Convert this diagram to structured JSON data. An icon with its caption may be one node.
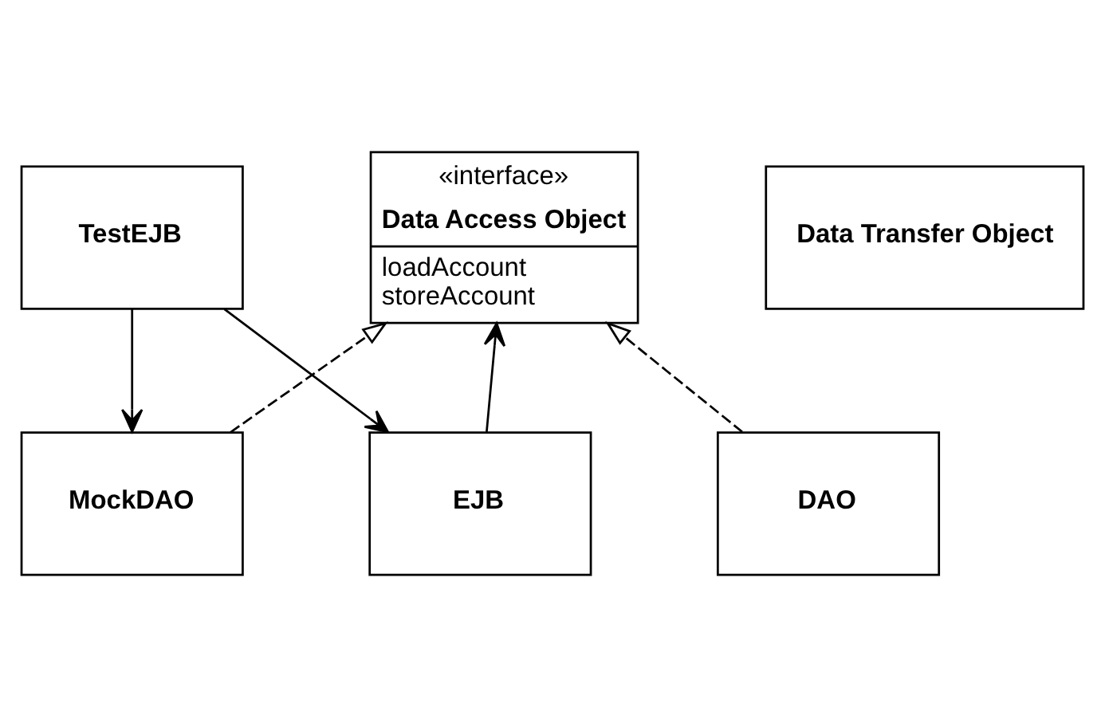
{
  "diagram": {
    "nodes": [
      {
        "text": [
          "TestEJB"
        ]
      },
      {
        "text": [
          "EJB"
        ]
      },
      {
        "text": [
          "«interface»",
          "Data Access Object",
          "loadAccount",
          "storeAccount"
        ]
      },
      {
        "text": [
          "Data Transfer Object"
        ]
      },
      {
        "text": [
          "MockDAO"
        ]
      },
      {
        "text": [
          "DAO"
        ]
      }
    ],
    "edges": [
      {
        "from": 0,
        "to": 1,
        "arrow": "to"
      },
      {
        "from": 1,
        "to": 2,
        "arrow": "to"
      },
      {
        "from": 0,
        "to": 4,
        "arrow": "to"
      },
      {
        "from": 4,
        "to": 2,
        "arrow": "to",
        "style": "dashed"
      },
      {
        "from": 5,
        "to": 2,
        "arrow": "to",
        "style": "dashed"
      }
    ]
  }
}
